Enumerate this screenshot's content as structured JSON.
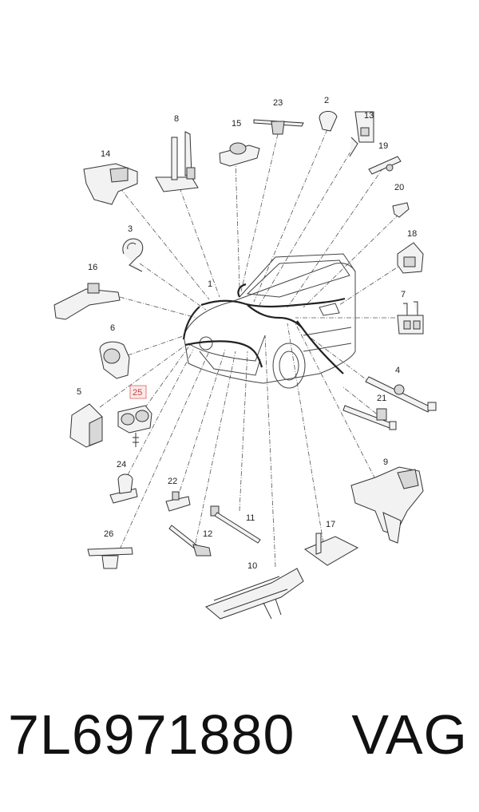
{
  "footer": {
    "part_number": "7L6971880",
    "brand": "VAG"
  },
  "diagram": {
    "highlighted_callout": "25",
    "colors": {
      "highlight_fill": "#fde8e8",
      "highlight_stroke": "#e08080",
      "highlight_text": "#c04040",
      "line": "#333333"
    },
    "callouts": [
      "1",
      "2",
      "3",
      "4",
      "5",
      "6",
      "7",
      "8",
      "9",
      "10",
      "11",
      "12",
      "13",
      "14",
      "15",
      "16",
      "17",
      "18",
      "19",
      "20",
      "21",
      "22",
      "23",
      "24",
      "25",
      "26"
    ]
  }
}
